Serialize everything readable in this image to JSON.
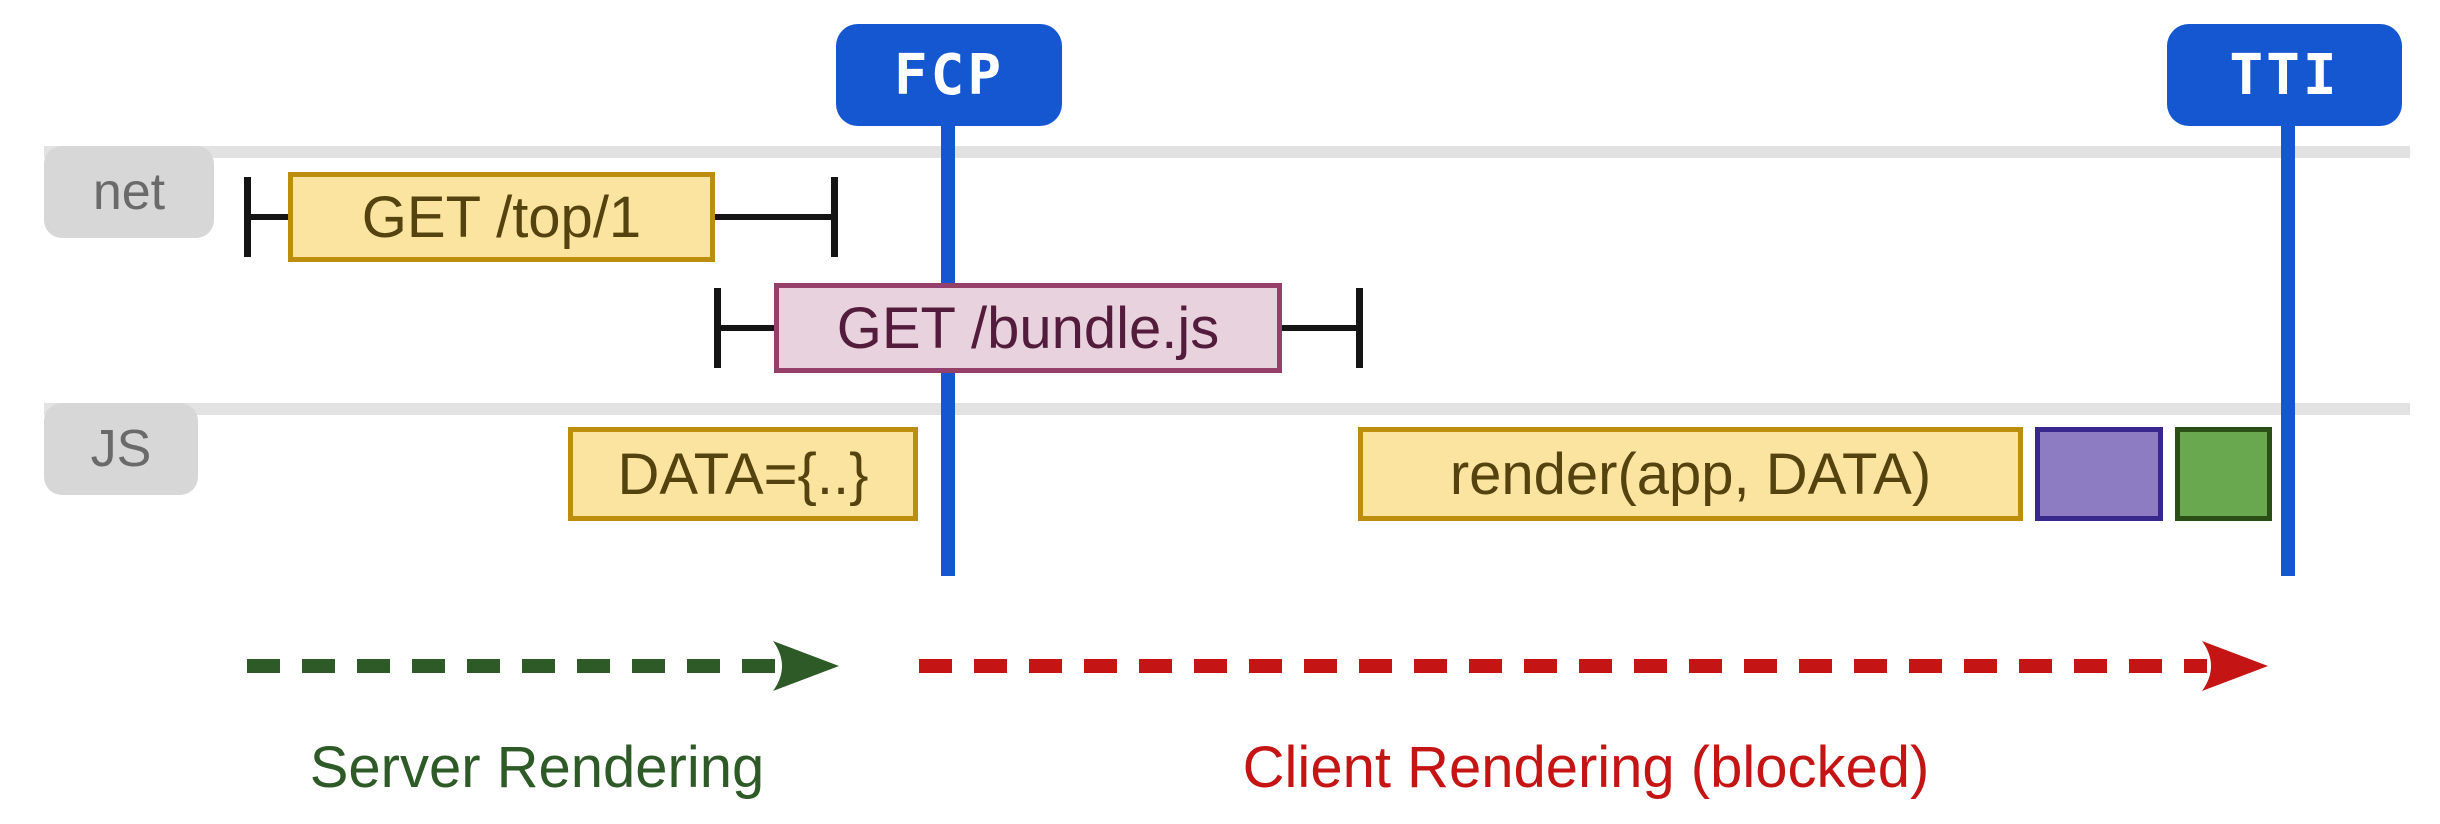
{
  "markers": {
    "fcp": {
      "label": "FCP"
    },
    "tti": {
      "label": "TTI"
    }
  },
  "lanes": {
    "net": {
      "label": "net"
    },
    "js": {
      "label": "JS"
    }
  },
  "boxes": {
    "get_top": {
      "label": "GET /top/1"
    },
    "get_bundle": {
      "label": "GET /bundle.js"
    },
    "data": {
      "label": "DATA={..}"
    },
    "render": {
      "label": "render(app, DATA)"
    }
  },
  "js_extra_blocks": [
    {
      "name": "purple-task-block",
      "color": "#8e7cc3"
    },
    {
      "name": "green-task-block",
      "color": "#69a84f"
    }
  ],
  "phases": {
    "server": {
      "label": "Server Rendering",
      "color": "#2e5a27"
    },
    "client": {
      "label": "Client Rendering (blocked)",
      "color": "#c51414"
    }
  },
  "colors": {
    "marker_blue": "#1557d0",
    "lane_gray": "#e2e2e2",
    "tab_gray": "#d7d7d7",
    "yellow_fill": "#fbe3a0",
    "yellow_border": "#bd8d0e",
    "pink_fill": "#e8d2dd",
    "pink_border": "#95406b",
    "purple_fill": "#8e7cc3",
    "purple_border": "#38278c",
    "green_fill": "#69a84f",
    "green_border": "#2b4e16",
    "whisker_black": "#141414"
  }
}
